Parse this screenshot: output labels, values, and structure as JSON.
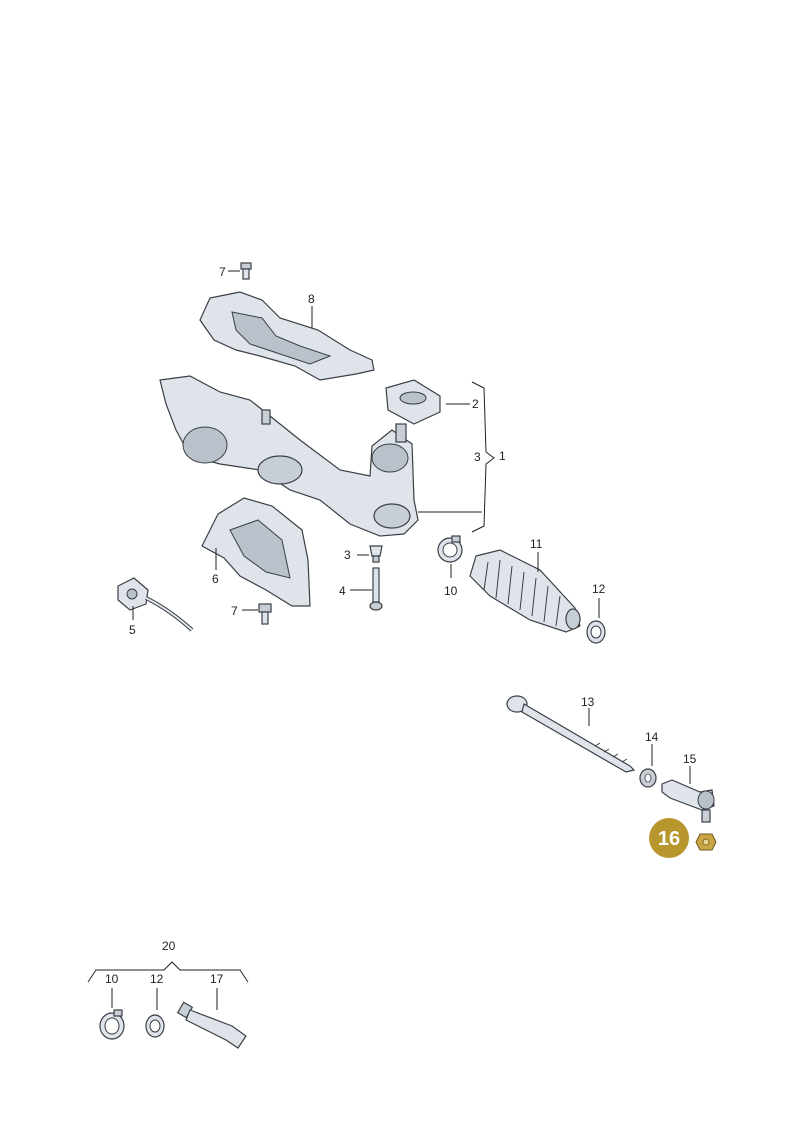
{
  "diagram": {
    "highlighted_part": "16",
    "highlight_color": "#b8962e",
    "labels": {
      "p1": "1",
      "p2": "2",
      "p3a": "3",
      "p3b": "3",
      "p4": "4",
      "p5": "5",
      "p6": "6",
      "p7a": "7",
      "p7b": "7",
      "p8": "8",
      "p10a": "10",
      "p10b": "10",
      "p11": "11",
      "p12a": "12",
      "p12b": "12",
      "p13": "13",
      "p14": "14",
      "p15": "15",
      "p16": "16",
      "p17": "17",
      "p20": "20"
    }
  }
}
